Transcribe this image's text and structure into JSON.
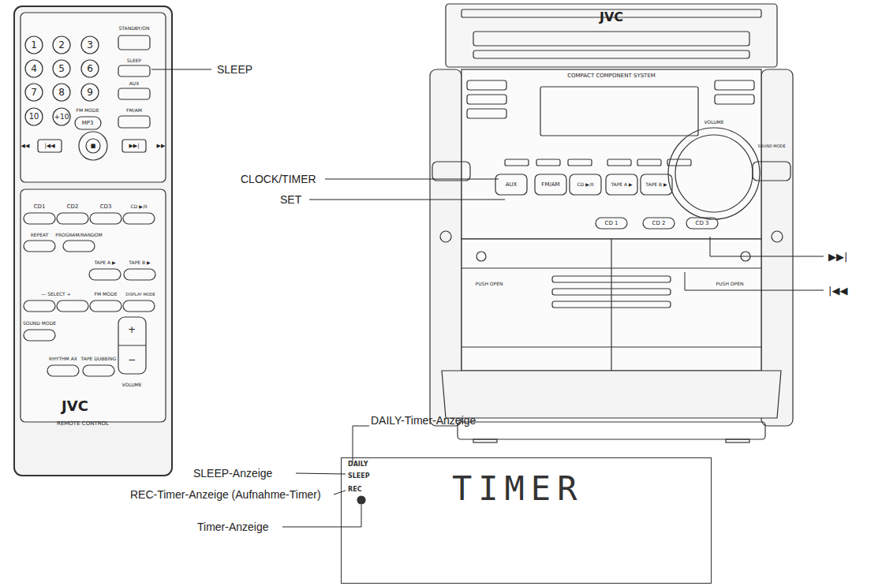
{
  "diagram": {
    "nodes": [
      {
        "text": [
          "DAILY",
          "SLEEP",
          "REC",
          "TIMER"
        ]
      }
    ],
    "labels": [
      "1",
      "2",
      "3",
      "4",
      "5",
      "6",
      "7",
      "8",
      "9",
      "10",
      "+10",
      "STANDBY/ON",
      "SLEEP",
      "AUX",
      "FM MODE",
      "MP3",
      "FM/AM",
      "CD1",
      "CD2",
      "CD3",
      "CD ▶/II",
      "REPEAT",
      "PROGRAM/RANDOM",
      "TAPE A ▶",
      "TAPE B ▶",
      "— SELECT +",
      "FM MODE",
      "DISPLAY MODE",
      "SOUND MODE",
      "RHYTHM AX",
      "TAPE DUBBING",
      "VOLUME",
      "JVC",
      "REMOTE CONTROL",
      "SLEEP",
      "JVC",
      "COMPACT COMPONENT SYSTEM",
      "VOLUME",
      "AUX",
      "FM/AM",
      "CD ▶/II",
      "TAPE A ▶",
      "TAPE B ▶",
      "CD 1",
      "CD 2",
      "CD 3",
      "PUSH OPEN",
      "PUSH OPEN",
      "SOUND MODE",
      "CLOCK/TIMER",
      "SET",
      "▶▶|",
      "|◀◀",
      "DAILY-Timer-Anzeige",
      "SLEEP-Anzeige",
      "REC-Timer-Anzeige (Aufnahme-Timer)",
      "Timer-Anzeige",
      "◀◀",
      "|◀◀",
      "■",
      "▶▶|",
      "▶▶",
      "+",
      "−"
    ]
  }
}
